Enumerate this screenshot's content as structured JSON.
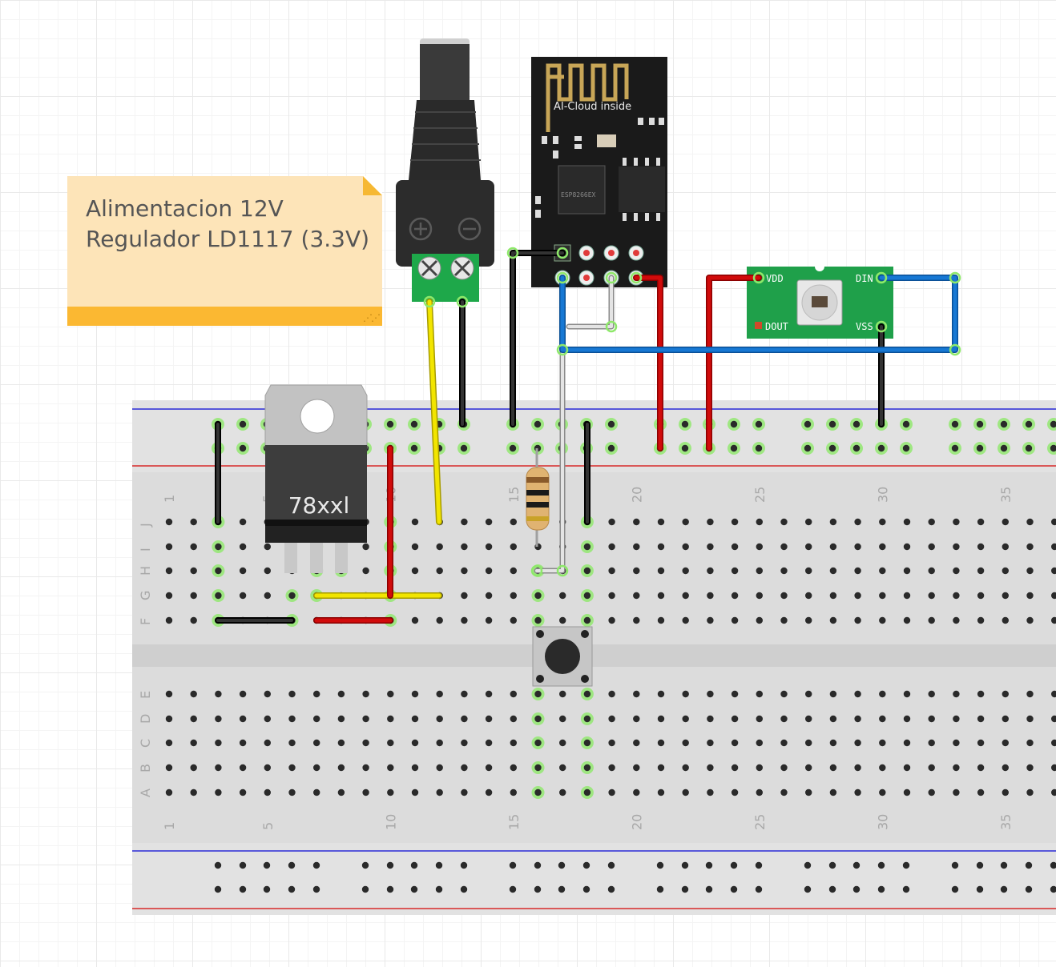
{
  "note": {
    "line1": "Alimentacion 12V",
    "line2": "Regulador LD1117 (3.3V)"
  },
  "breadboard": {
    "row_letters_top": [
      "J",
      "I",
      "H",
      "G",
      "F"
    ],
    "row_letters_bottom": [
      "E",
      "D",
      "C",
      "B",
      "A"
    ],
    "column_numbers": [
      "1",
      "5",
      "10",
      "15",
      "20",
      "25",
      "30",
      "35"
    ]
  },
  "components": {
    "regulator_label": "78xxl",
    "esp_module_text": "AI-Cloud inside",
    "esp_chip_text": "ESP8266EX",
    "led_module": {
      "vdd": "VDD",
      "din": "DIN",
      "dout": "DOUT",
      "vss": "VSS"
    }
  },
  "colors": {
    "wire_red": "#d10b0b",
    "wire_black": "#1a1a1a",
    "wire_yellow": "#f2e500",
    "wire_blue": "#1778d4",
    "wire_white": "#cccccc",
    "highlight_green": "#8ee86a",
    "breadboard": "#dedede",
    "note": "#fde4b8"
  },
  "icons": [
    "plus-terminal-icon",
    "minus-terminal-icon",
    "screw-icon",
    "resize-grip-icon"
  ]
}
